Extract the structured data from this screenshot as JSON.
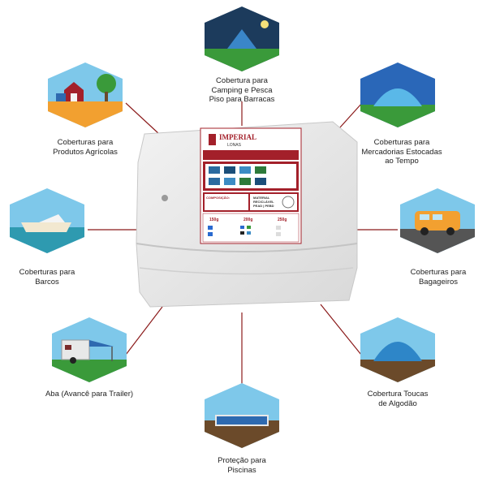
{
  "brand": {
    "name": "IMPERIAL",
    "sub": "LONAS"
  },
  "package": {
    "composition_title": "COMPOSIÇÃO:",
    "material_badge": [
      "MATERIAL",
      "RECICLÁVEL",
      "PEAD | PEBD"
    ],
    "weights": [
      "150g",
      "200g",
      "250g"
    ]
  },
  "categories": [
    {
      "key": "camping",
      "label": [
        "Cobertura para",
        "Camping e Pesca",
        "Piso para Barracas"
      ],
      "icon": "tent-night-icon"
    },
    {
      "key": "mercadorias",
      "label": [
        "Coberturas para",
        "Mercadorias Estocadas",
        "ao Tempo"
      ],
      "icon": "dome-cover-icon"
    },
    {
      "key": "bagageiros",
      "label": [
        "Coberturas para",
        "Bagageiros"
      ],
      "icon": "van-icon"
    },
    {
      "key": "toucas",
      "label": [
        "Cobertura Toucas",
        "de Algodão"
      ],
      "icon": "cotton-dome-icon"
    },
    {
      "key": "piscinas",
      "label": [
        "Proteção para",
        "Piscinas"
      ],
      "icon": "pool-icon"
    },
    {
      "key": "trailer",
      "label": [
        "Aba (Avancê para Trailer)"
      ],
      "icon": "trailer-awning-icon"
    },
    {
      "key": "barcos",
      "label": [
        "Coberturas para",
        "Barcos"
      ],
      "icon": "boat-icon"
    },
    {
      "key": "agricolas",
      "label": [
        "Coberturas para",
        "Produtos Agrícolas"
      ],
      "icon": "barn-icon"
    }
  ],
  "colors": {
    "line": "#8b1a1a",
    "brand_red": "#a3202a",
    "sky": "#7ec8ea",
    "grass": "#3a9a3a"
  }
}
